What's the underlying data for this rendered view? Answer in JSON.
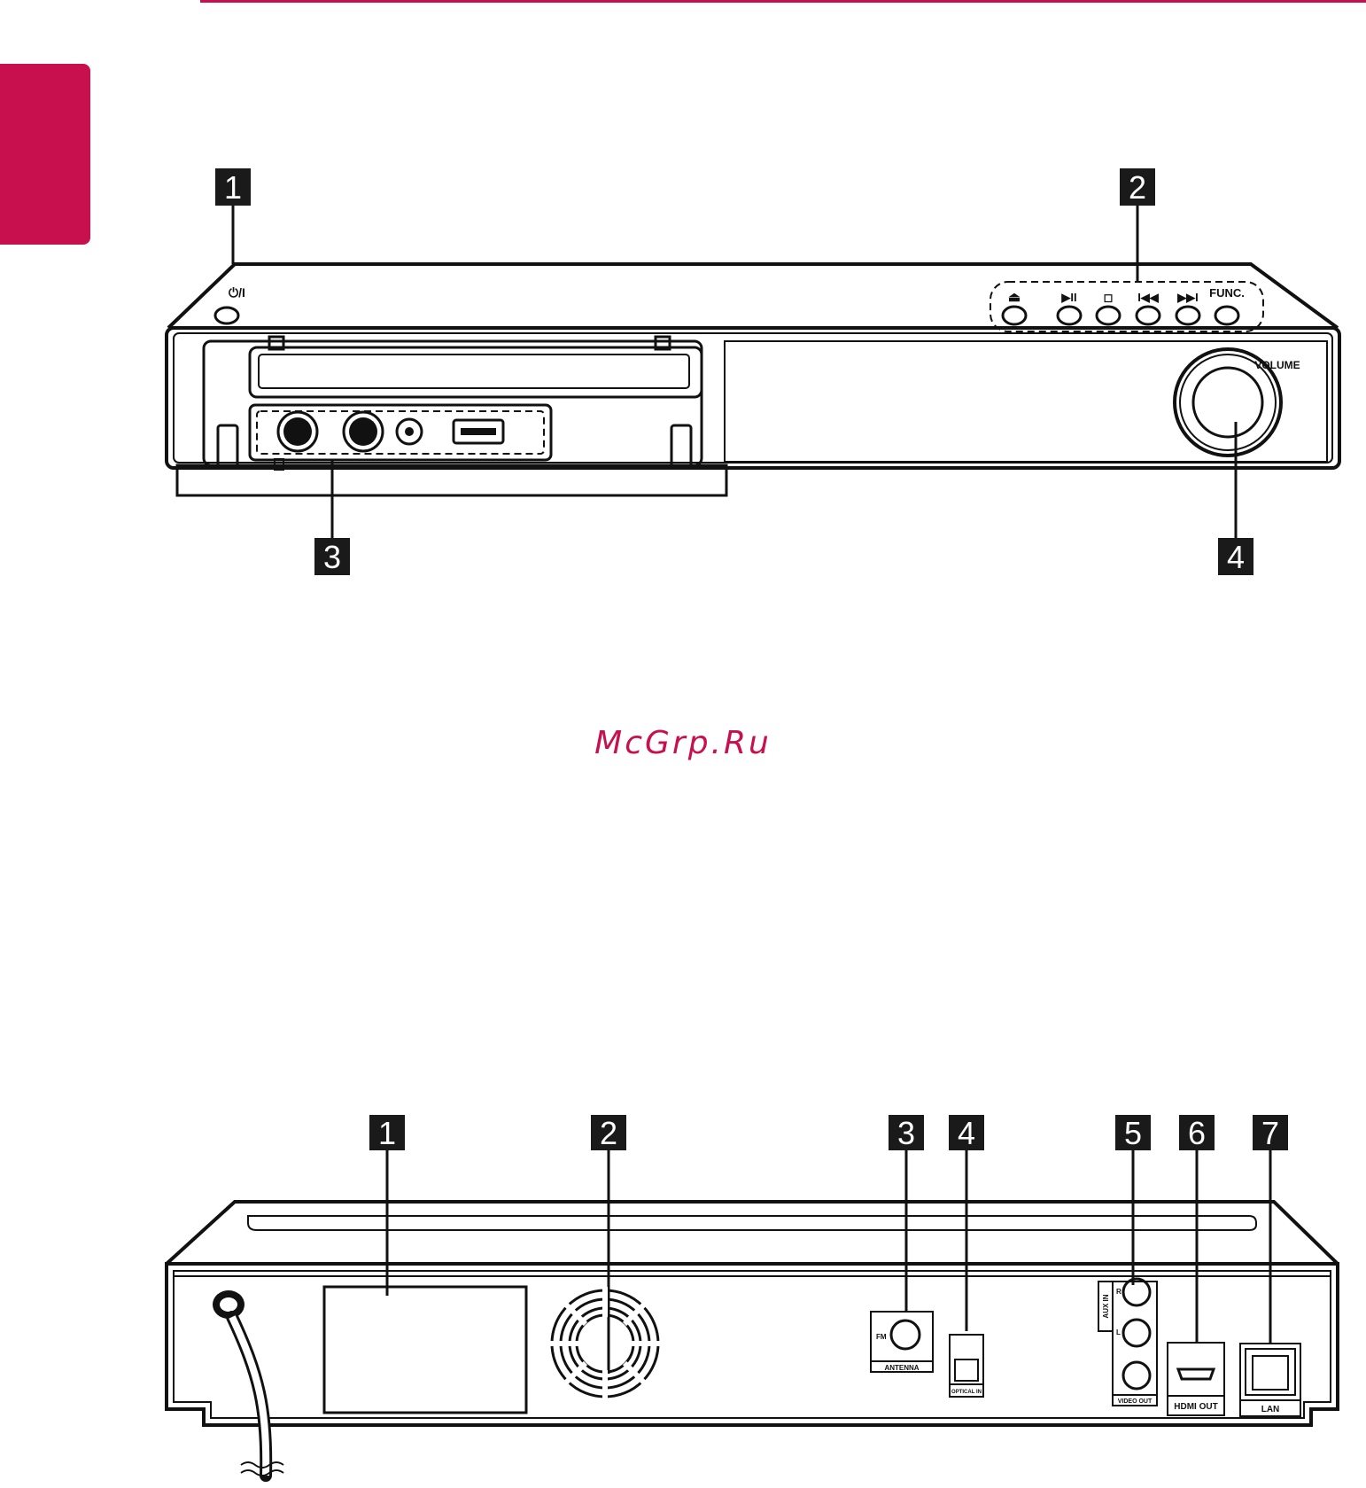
{
  "watermark": "McGrp.Ru",
  "front_panel": {
    "callouts": [
      "1",
      "2",
      "3",
      "4"
    ],
    "power_symbol": "⏻/I",
    "buttons": [
      "⏏",
      "▶II",
      "◻",
      "I◀◀",
      "▶▶I"
    ],
    "func_label": "FUNC.",
    "volume_label": "VOLUME"
  },
  "rear_panel": {
    "callouts": [
      "1",
      "2",
      "3",
      "4",
      "5",
      "6",
      "7"
    ],
    "fm_label": "FM",
    "antenna_label": "ANTENNA",
    "optical_label": "OPTICAL IN",
    "aux_label": "AUX IN",
    "aux_r": "R",
    "aux_l": "L",
    "video_out_label": "VIDEO OUT",
    "hdmi_label": "HDMI OUT",
    "lan_label": "LAN"
  }
}
